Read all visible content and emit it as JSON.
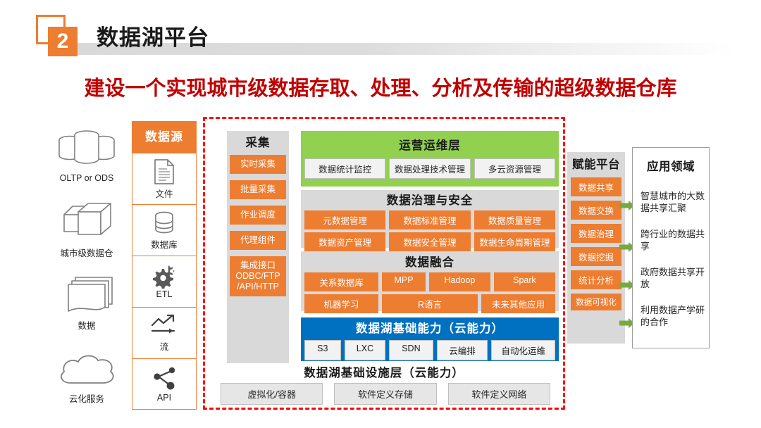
{
  "header": {
    "number": "2",
    "title": "数据湖平台",
    "subtitle": "建设一个实现城市级数据存取、处理、分析及传输的超级数据仓库"
  },
  "illustrations": [
    {
      "icon": "database-cylinders-icon",
      "caption": "OLTP or ODS"
    },
    {
      "icon": "data-warehouse-cube-icon",
      "caption": "城市级数据仓"
    },
    {
      "icon": "stacked-pages-icon",
      "caption": "数据"
    },
    {
      "icon": "cloud-icon",
      "caption": "云化服务"
    }
  ],
  "data_source": {
    "header": "数据源",
    "items": [
      {
        "icon": "file-icon",
        "label": "文件"
      },
      {
        "icon": "database-icon",
        "label": "数据库"
      },
      {
        "icon": "gears-icon",
        "label": "ETL"
      },
      {
        "icon": "trend-arrow-icon",
        "label": "流"
      },
      {
        "icon": "share-nodes-icon",
        "label": "API"
      }
    ]
  },
  "collection": {
    "title": "采集",
    "items": [
      "实时采集",
      "批量采集",
      "作业调度",
      "代理组件",
      "集成接口\nODBC/FTP\n/API/HTTP"
    ]
  },
  "layers": {
    "operations": {
      "title": "运营运维层",
      "items": [
        "数据统计监控",
        "数据处理技术管理",
        "多云资源管理"
      ],
      "color": "#92d050"
    },
    "governance": {
      "title": "数据治理与安全",
      "row1": [
        "元数据管理",
        "数据标准管理",
        "数据质量管理"
      ],
      "row2": [
        "数据资产管理",
        "数据安全管理",
        "数据生命周期管理"
      ],
      "color": "#d9d9d9"
    },
    "fusion": {
      "title": "数据融合",
      "row1": [
        "关系数据库",
        "MPP",
        "Hadoop",
        "Spark"
      ],
      "row2": [
        "机器学习",
        "R语言",
        "未来其他应用"
      ],
      "color": "#d9d9d9"
    },
    "base": {
      "title": "数据湖基础能力（云能力）",
      "items": [
        "S3",
        "LXC",
        "SDN",
        "云编排",
        "自动化运维"
      ],
      "color": "#0070c0"
    },
    "infrastructure": {
      "title": "数据湖基础设施层（云能力）",
      "items": [
        "虚拟化/容器",
        "软件定义存储",
        "软件定义网络"
      ]
    }
  },
  "enabling_platform": {
    "title": "赋能平台",
    "items": [
      "数据共享",
      "数据交换",
      "数据治理",
      "数据挖掘",
      "统计分析",
      "数据可视化"
    ]
  },
  "application_domain": {
    "title": "应用领域",
    "items": [
      "智慧城市的大数据共享汇聚",
      "跨行业的数据共享",
      "政府数据共享开放",
      "利用数据产学研的合作"
    ]
  },
  "colors": {
    "orange": "#ed7d31",
    "green": "#92d050",
    "arrow_green": "#76a940",
    "blue": "#0070c0",
    "red": "#c00000",
    "dashed_red": "#ff0000",
    "gray": "#d9d9d9"
  }
}
